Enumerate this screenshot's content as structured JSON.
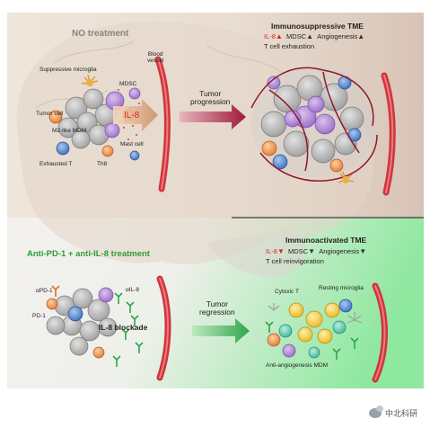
{
  "top_panel": {
    "title": "NO treatment",
    "labels": {
      "suppressive_microglia": "Suppressive microglia",
      "blood_vessel": "Blood\nvessel",
      "mdsc": "MDSC",
      "tumor_cell": "Tumor cell",
      "m2_mdm": "M2-like MDM",
      "il8": "IL-8",
      "mast_cell": "Mast cell",
      "exhausted_t": "Exhausted T",
      "th8": "Th8"
    },
    "arrow_label": "Tumor\nprogression",
    "tme_title": "Immunosuppressive TME",
    "tme_il8": "IL-8",
    "tme_mdsc": "MDSC",
    "tme_angio": "Angiogenesis",
    "tme_exhaustion": "T cell exhaustion"
  },
  "bottom_panel": {
    "title": "Anti-PD-1 + anti-IL-8 treatment",
    "labels": {
      "apd1": "αPD-1",
      "ail8": "αIL-8",
      "pd1": "PD-1",
      "blockade": "IL-8 blockade"
    },
    "arrow_label": "Tumor\nregression",
    "tme_title": "Immunoactivated TME",
    "tme_il8": "IL-8",
    "tme_mdsc": "MDSC",
    "tme_angio": "Angiogenesis",
    "tme_reinvig": "T cell reinvigoration",
    "cytoxic_t": "Cytoxic T",
    "resting_microglia": "Resting microglia",
    "anti_angio_mdm": "Anti-angiogenesis MDM"
  },
  "watermark": "中北科研",
  "colors": {
    "red_accent": "#e02222",
    "green_title": "#2e9b3a",
    "vessel": "#d0353c",
    "tumor_grey": "#b9b9b9",
    "mdsc_purple": "#b48ad8",
    "brain_tan": "#e9dccd"
  },
  "icons": [
    "arrow-up-icon",
    "arrow-down-icon",
    "wechat-icon"
  ]
}
